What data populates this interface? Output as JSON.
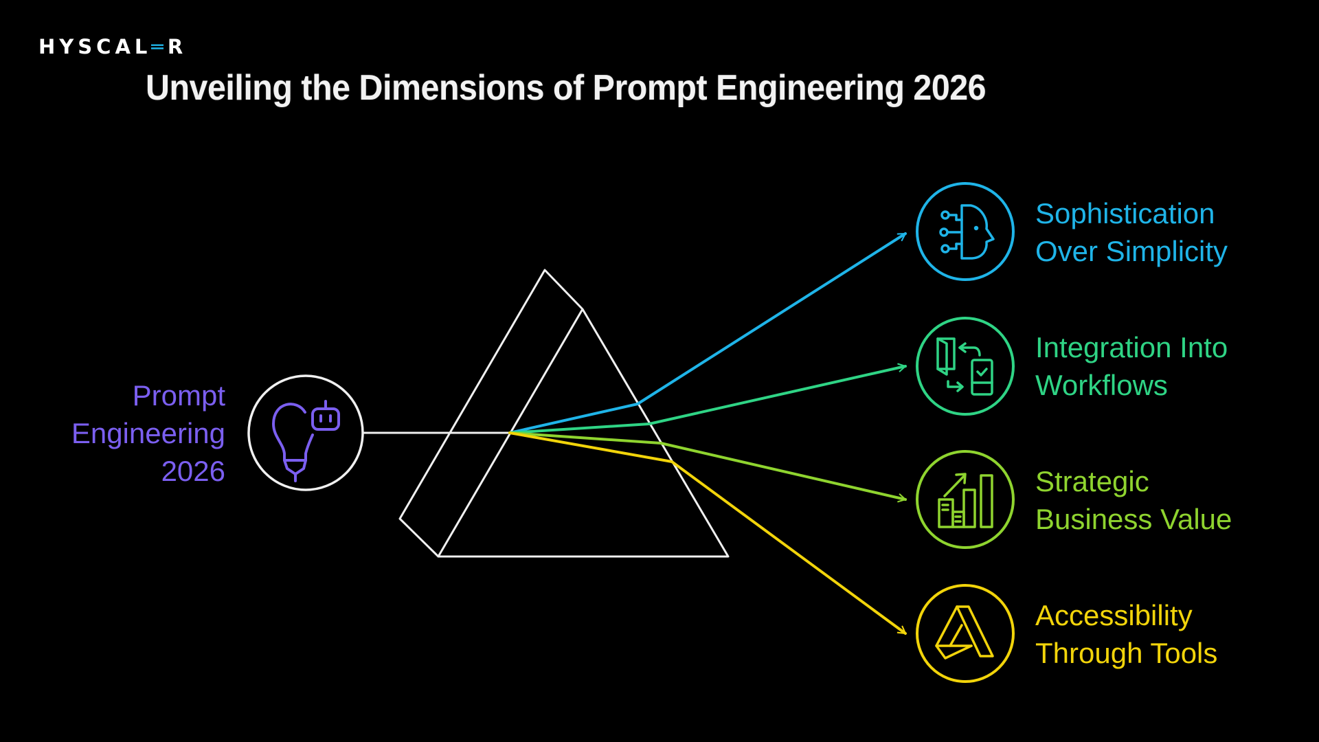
{
  "logo": {
    "text_before": "HYSCAL",
    "text_accent": "═",
    "text_after": "R",
    "accent_color": "#1fb4e8"
  },
  "title": "Unveiling the Dimensions of Prompt Engineering 2026",
  "source": {
    "label_lines": [
      "Prompt",
      "Engineering",
      "2026"
    ],
    "icon": "lightbulb-robot-icon",
    "color": "#7b5ff0",
    "circle_color": "#f0f0f0"
  },
  "prism": {
    "color": "#f0f0f0"
  },
  "branches": [
    {
      "label_lines": [
        "Sophistication",
        "Over Simplicity"
      ],
      "icon": "ai-head-circuit-icon",
      "color": "#1fb4e8"
    },
    {
      "label_lines": [
        "Integration Into",
        "Workflows"
      ],
      "icon": "door-phone-exchange-icon",
      "color": "#2fd485"
    },
    {
      "label_lines": [
        "Strategic",
        "Business Value"
      ],
      "icon": "growth-chart-icon",
      "color": "#8fd42f"
    },
    {
      "label_lines": [
        "Accessibility",
        "Through Tools"
      ],
      "icon": "letter-a-tool-icon",
      "color": "#f2d40a"
    }
  ]
}
